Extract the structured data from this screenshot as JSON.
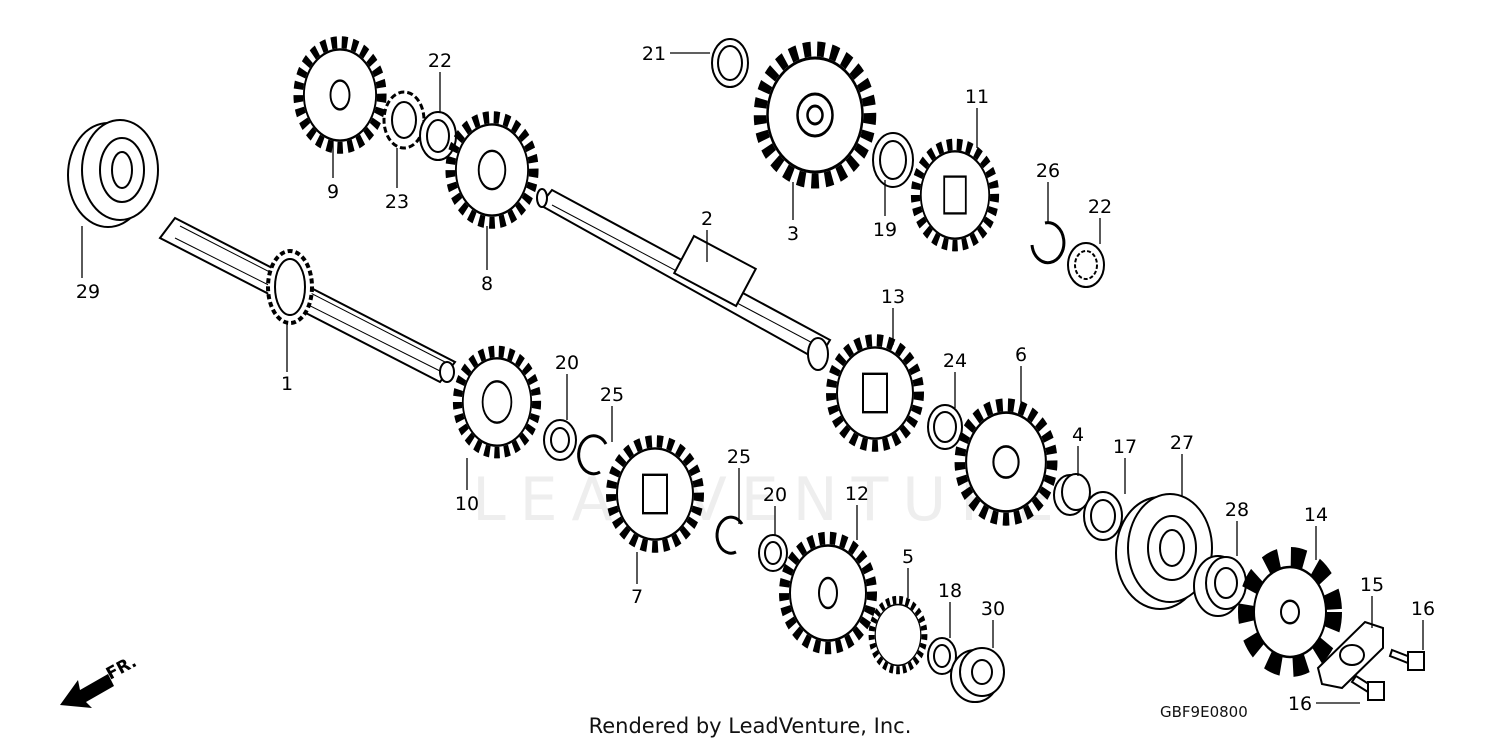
{
  "parts": {
    "p1": "1",
    "p2": "2",
    "p3": "3",
    "p4": "4",
    "p5": "5",
    "p6": "6",
    "p7": "7",
    "p8": "8",
    "p9": "9",
    "p10": "10",
    "p11": "11",
    "p12": "12",
    "p13": "13",
    "p14": "14",
    "p15": "15",
    "p16a": "16",
    "p16b": "16",
    "p17": "17",
    "p18": "18",
    "p19": "19",
    "p20a": "20",
    "p20b": "20",
    "p21": "21",
    "p22a": "22",
    "p22b": "22",
    "p23": "23",
    "p24": "24",
    "p25a": "25",
    "p25b": "25",
    "p26": "26",
    "p27": "27",
    "p28": "28",
    "p29": "29",
    "p30": "30"
  },
  "front_arrow_label": "FR.",
  "watermark": "LEADVENTURE",
  "diagram_code": "GBF9E0800",
  "footer": "Rendered by LeadVenture, Inc."
}
